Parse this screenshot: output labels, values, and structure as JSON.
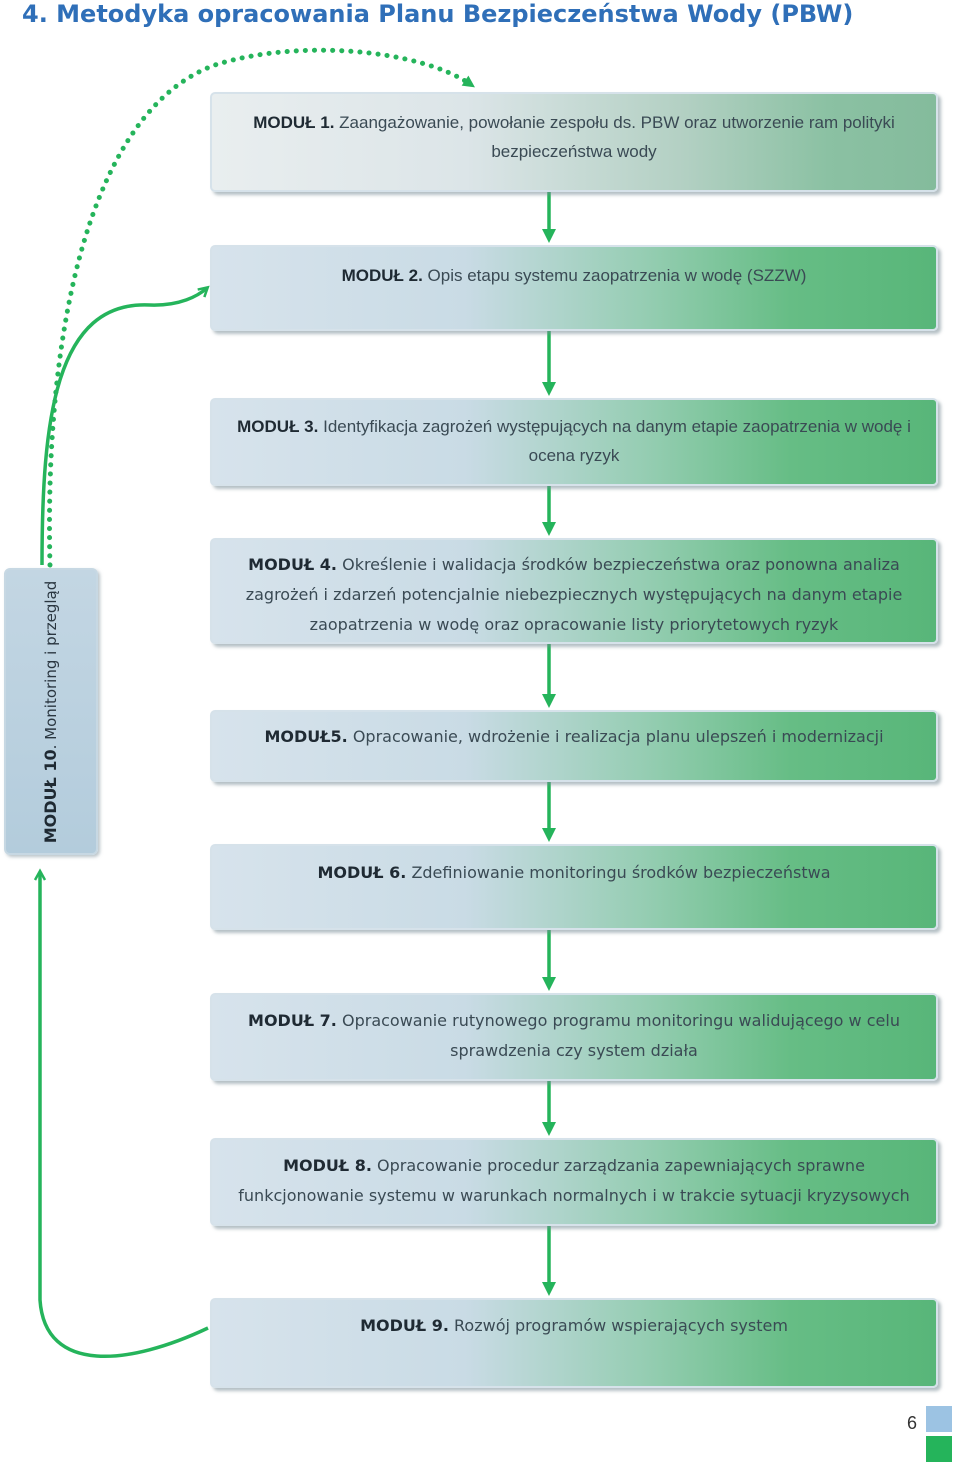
{
  "title": "4. Metodyka opracowania Planu Bezpieczeństwa Wody (PBW)",
  "modules": [
    {
      "label": "MODUŁ 1.",
      "text": "Zaangażowanie, powołanie zespołu ds. PBW oraz utworzenie ram polityki bezpieczeństwa wody"
    },
    {
      "label": "MODUŁ 2.",
      "text": "Opis etapu systemu zaopatrzenia w wodę (SZZW)"
    },
    {
      "label": "MODUŁ 3.",
      "text": "Identyfikacja zagrożeń występujących na danym etapie zaopatrzenia w wodę i ocena ryzyk"
    },
    {
      "label": "MODUŁ 4.",
      "text": "Określenie i walidacja środków bezpieczeństwa oraz ponowna analiza zagrożeń i zdarzeń potencjalnie niebezpiecznych występujących na danym etapie zaopatrzenia w wodę oraz opracowanie listy priorytetowych ryzyk"
    },
    {
      "label": "MODUŁ5.",
      "text": "Opracowanie, wdrożenie  i realizacja planu ulepszeń i modernizacji"
    },
    {
      "label": "MODUŁ 6.",
      "text": "Zdefiniowanie monitoringu środków bezpieczeństwa"
    },
    {
      "label": "MODUŁ 7.",
      "text": "Opracowanie rutynowego programu monitoringu walidującego  w celu sprawdzenia czy system działa"
    },
    {
      "label": "MODUŁ 8.",
      "text": "Opracowanie procedur zarządzania zapewniających sprawne funkcjonowanie systemu w warunkach normalnych i w trakcie sytuacji kryzysowych"
    },
    {
      "label": "MODUŁ 9.",
      "text": "Rozwój programów wspierających system"
    }
  ],
  "side_module": {
    "label": "MODUŁ 10",
    "text": ". Monitoring i przegląd"
  },
  "page_number": "6",
  "colors": {
    "title": "#2f6fb8",
    "arrow": "#25b45b",
    "box_left": "#d7e3ec",
    "box_right": "#58b679"
  }
}
